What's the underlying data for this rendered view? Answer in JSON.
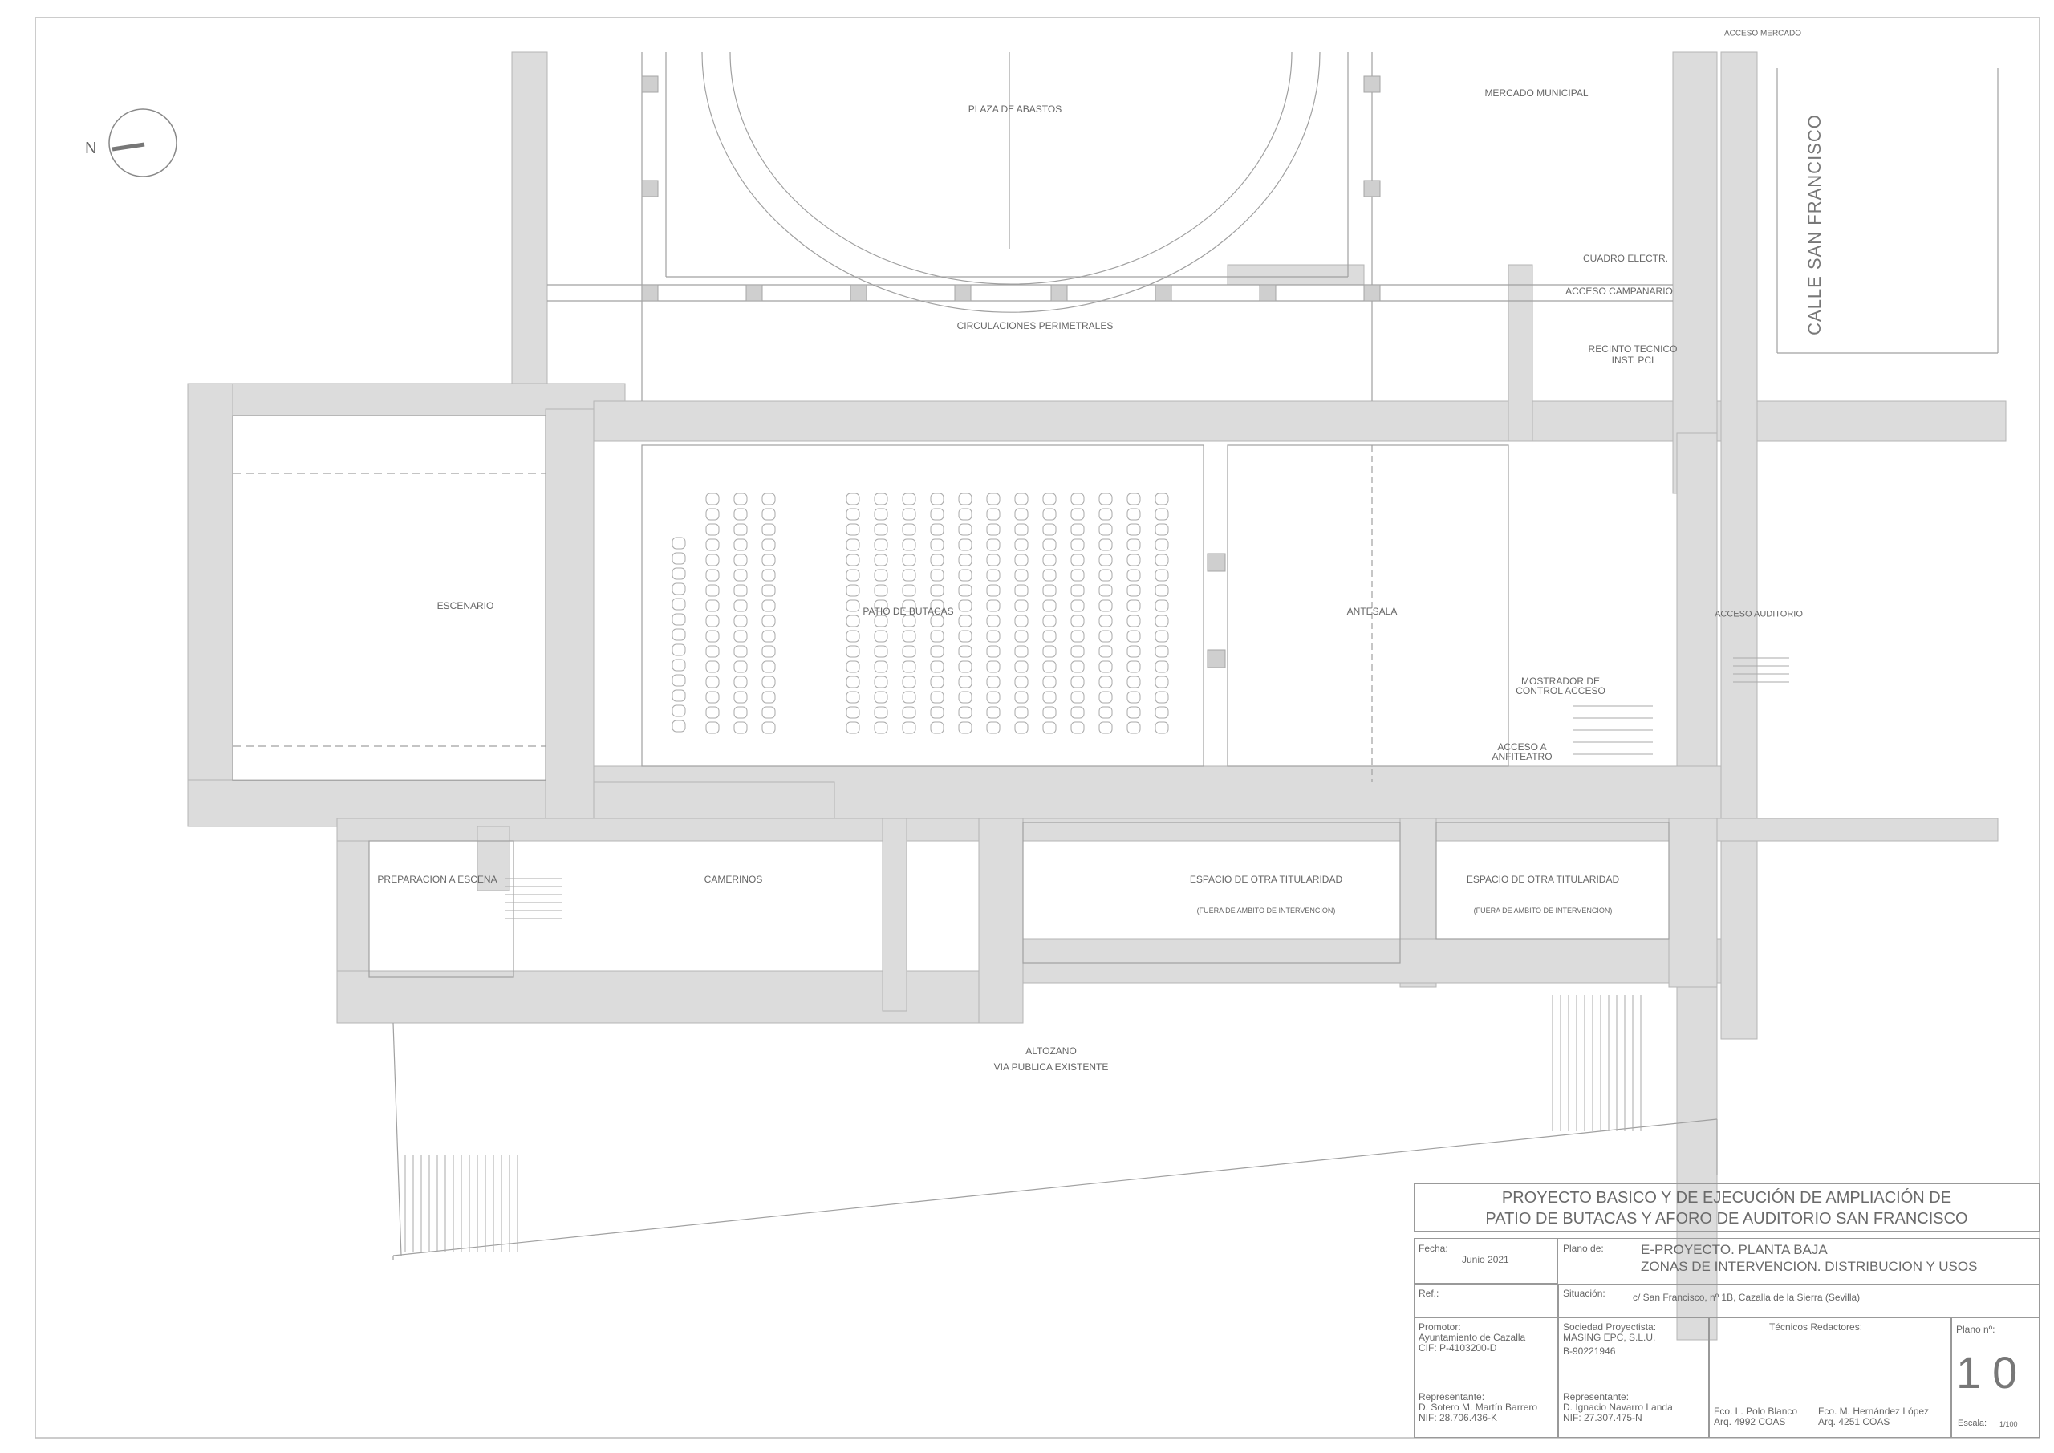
{
  "rooms": {
    "acceso_mercado": "ACCESO MERCADO",
    "plaza_abastos": "PLAZA DE ABASTOS",
    "mercado_municipal": "MERCADO MUNICIPAL",
    "calle": "CALLE SAN FRANCISCO",
    "cuadro_electr": "CUADRO ELECTR.",
    "acceso_campanario": "ACCESO CAMPANARIO",
    "circulaciones": "CIRCULACIONES PERIMETRALES",
    "recinto_tecnico": "RECINTO TECNICO",
    "inst_pci": "INST. PCI",
    "escenario": "ESCENARIO",
    "patio_butacas": "PATIO DE BUTACAS",
    "antesala": "ANTESALA",
    "acceso_auditorio": "ACCESO AUDITORIO",
    "mostrador_1": "MOSTRADOR DE",
    "mostrador_2": "CONTROL ACCESO",
    "acceso_anfiteatro_1": "ACCESO A",
    "acceso_anfiteatro_2": "ANFITEATRO",
    "preparacion": "PREPARACION A ESCENA",
    "camerinos": "CAMERINOS",
    "otra_titularidad_1": "ESPACIO DE OTRA TITULARIDAD",
    "fuera_ambito_1": "(FUERA DE AMBITO DE INTERVENCION)",
    "otra_titularidad_2": "ESPACIO DE OTRA TITULARIDAD",
    "fuera_ambito_2": "(FUERA DE AMBITO DE INTERVENCION)",
    "altozano": "ALTOZANO",
    "via_publica": "VIA PUBLICA EXISTENTE"
  },
  "north_label": "N",
  "title_block": {
    "title_line1": "PROYECTO BASICO Y DE EJECUCIÓN DE AMPLIACIÓN DE",
    "title_line2": "PATIO DE BUTACAS Y AFORO DE AUDITORIO SAN FRANCISCO",
    "fecha_label": "Fecha:",
    "fecha_value": "Junio 2021",
    "plano_de_label": "Plano de:",
    "plano_line1": "E-PROYECTO. PLANTA BAJA",
    "plano_line2": "ZONAS DE INTERVENCION. DISTRIBUCION Y USOS",
    "ref_label": "Ref.:",
    "situacion_label": "Situación:",
    "situacion_value": "c/ San Francisco, nº 1B,  Cazalla de la Sierra (Sevilla)",
    "promotor_label": "Promotor:",
    "promotor_name": "Ayuntamiento de Cazalla",
    "promotor_cif": "CIF:  P-4103200-D",
    "sociedad_label": "Sociedad Proyectista:",
    "sociedad_name": "MASING EPC, S.L.U.",
    "sociedad_cif": "B-90221946",
    "tecnicos_label": "Técnicos Redactores:",
    "plano_n_label": "Plano nº:",
    "plano_n_value": "10",
    "rep1_label": "Representante:",
    "rep1_name": "D. Sotero M. Martín Barrero",
    "rep1_nif": "NIF: 28.706.436-K",
    "rep2_label": "Representante:",
    "rep2_name": "D. Ignacio Navarro Landa",
    "rep2_nif": "NIF: 27.307.475-N",
    "tec1_name": "Fco. L. Polo Blanco",
    "tec1_arq": "Arq. 4992 COAS",
    "tec2_name": "Fco. M. Hernández López",
    "tec2_arq": "Arq. 4251 COAS",
    "escala_label": "Escala:",
    "escala_value": "1/100"
  },
  "colors": {
    "wall": "#dcdcdc",
    "line": "#9a9a9a",
    "text": "#666666"
  }
}
